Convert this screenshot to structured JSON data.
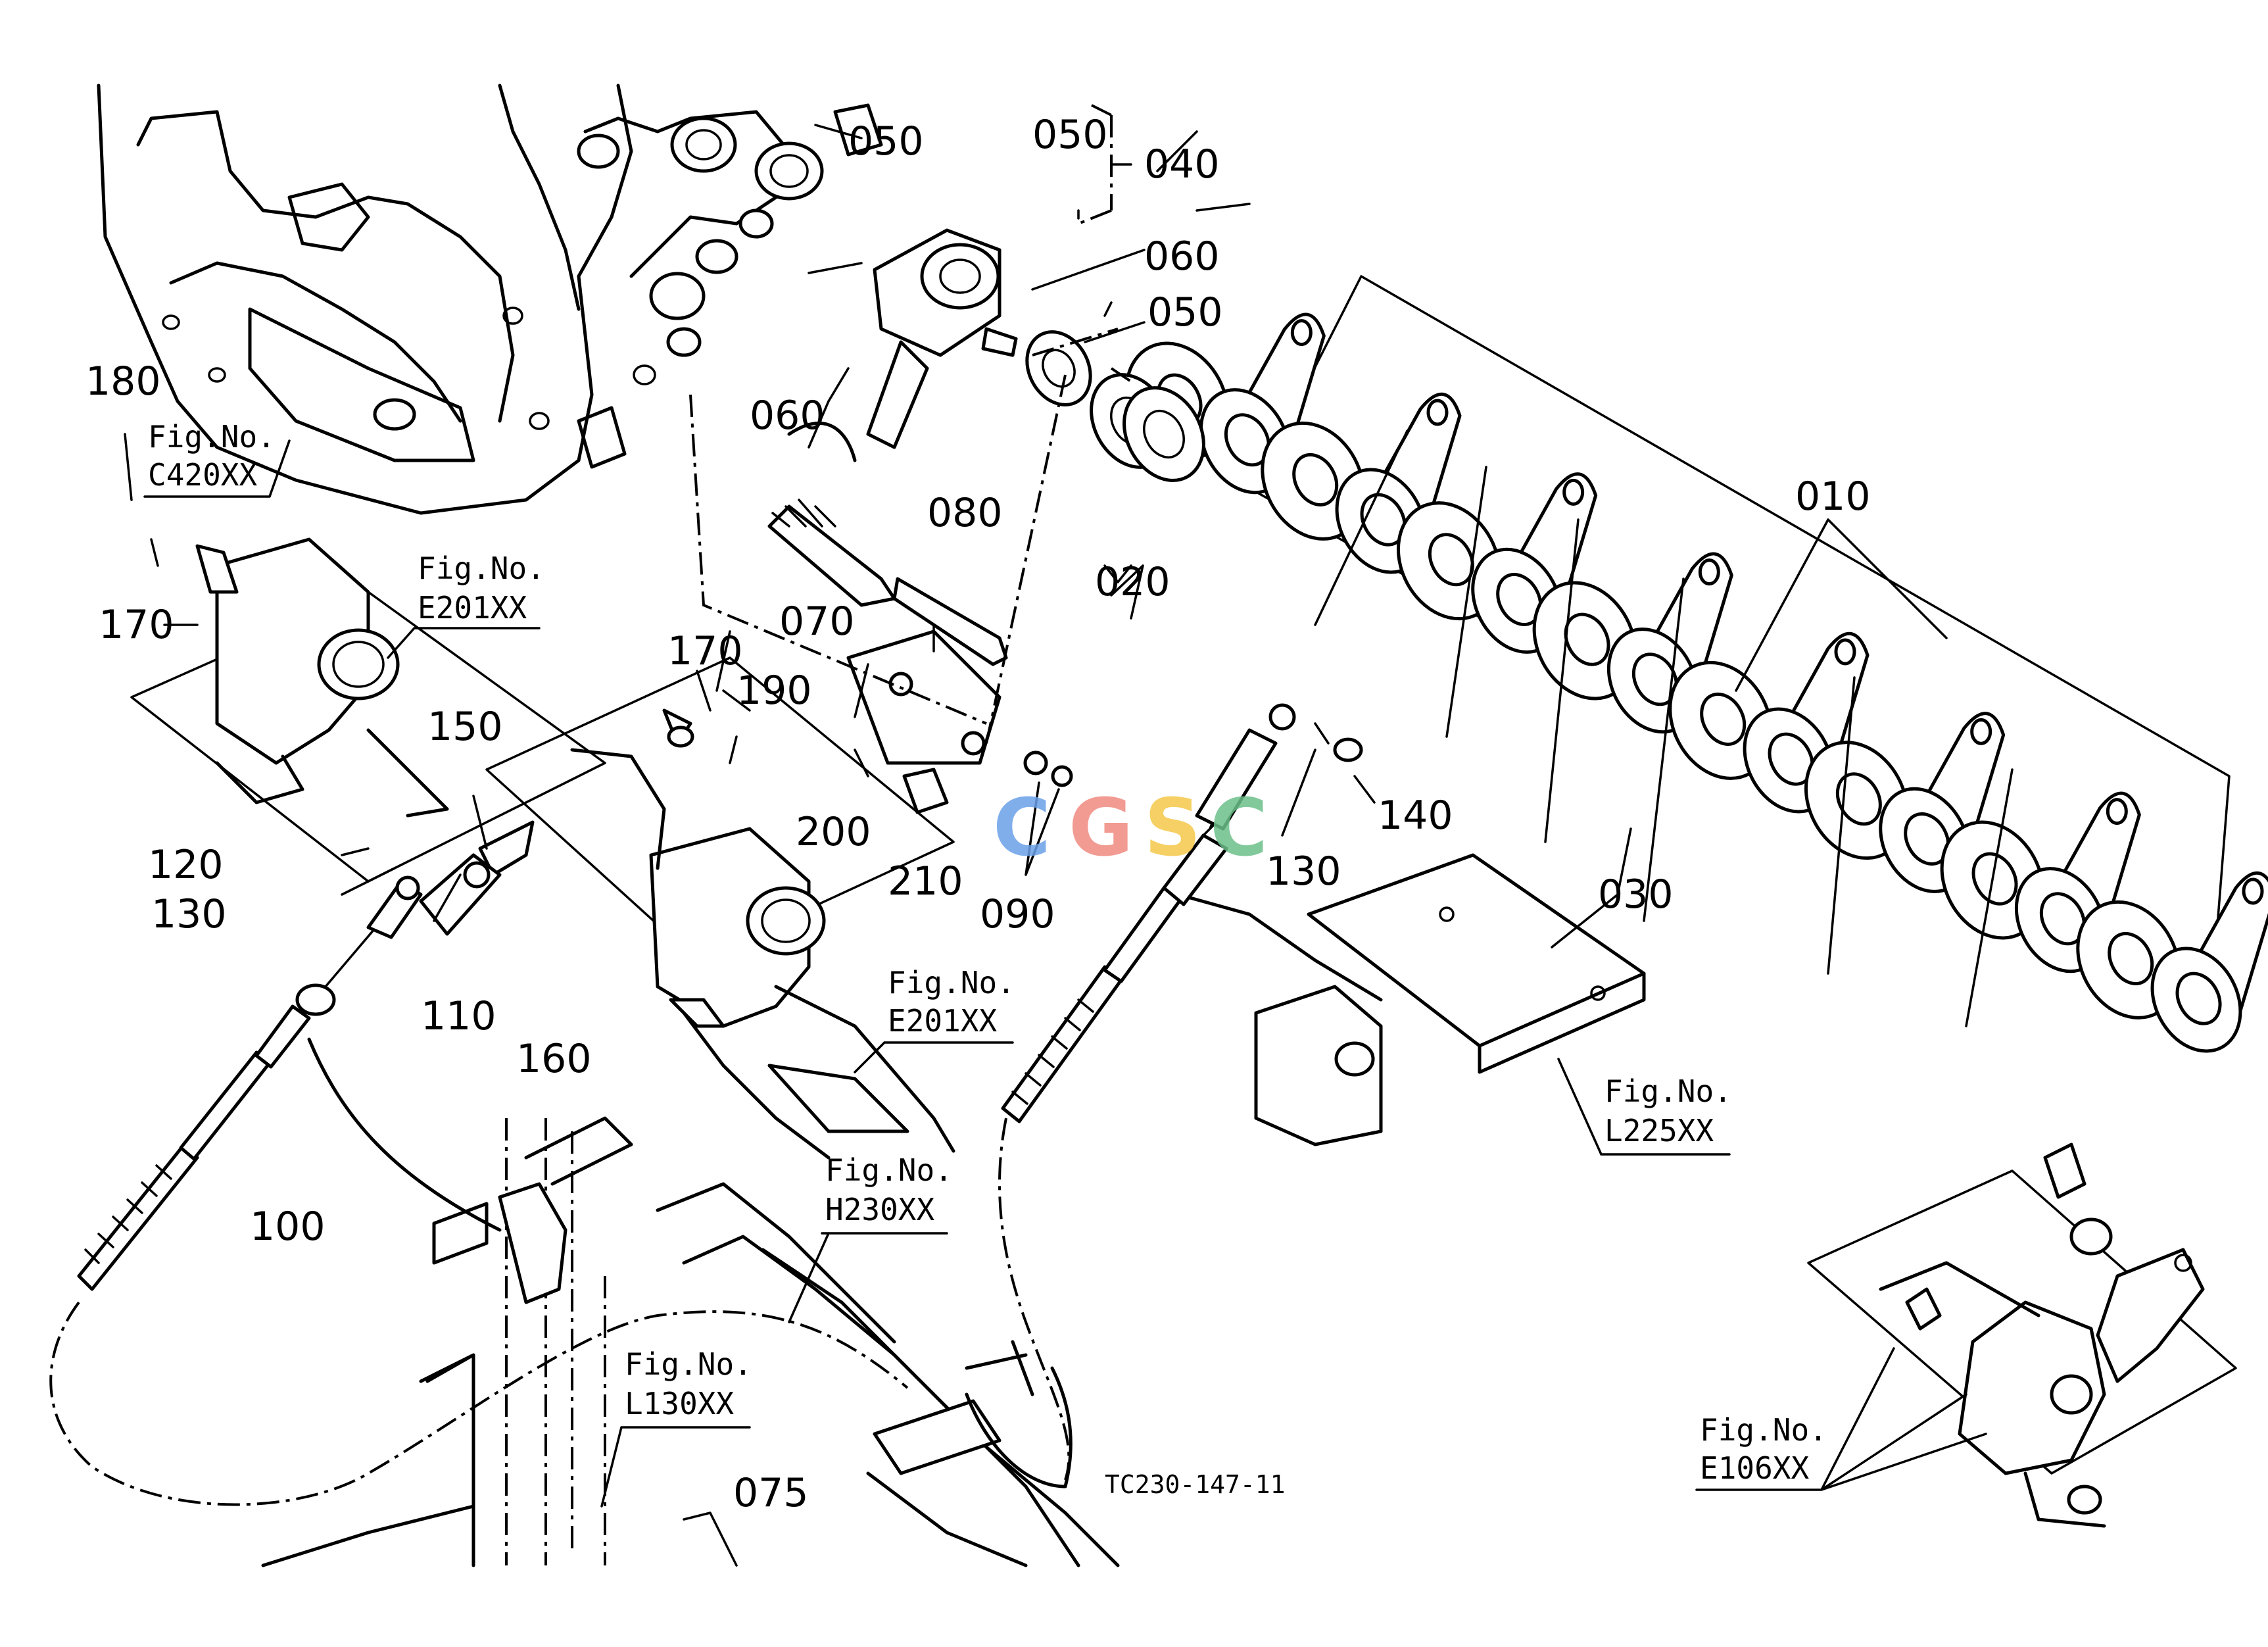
{
  "callouts": {
    "c010": "010",
    "c020": "020",
    "c030": "030",
    "c040": "040",
    "c050_top": "050",
    "c050_cover": "050",
    "c050_right": "050",
    "c060_top": "060",
    "c060_left": "060",
    "c070": "070",
    "c075": "075",
    "c080": "080",
    "c090": "090",
    "c100": "100",
    "c110": "110",
    "c120": "120",
    "c130_left": "130",
    "c130_right": "130",
    "c140": "140",
    "c150": "150",
    "c160": "160",
    "c170_left": "170",
    "c170_mid": "170",
    "c180": "180",
    "c190": "190",
    "c200": "200",
    "c210": "210"
  },
  "figure_refs": {
    "fig_label": "Fig.No.",
    "c420": "C420XX",
    "e201_left": "E201XX",
    "e201_mid": "E201XX",
    "l225": "L225XX",
    "h230": "H230XX",
    "l130": "L130XX",
    "e106": "E106XX"
  },
  "drawing_code": "TC230-147-11",
  "watermark": {
    "letters": [
      "C",
      "G",
      "S",
      "C"
    ],
    "colors": [
      "#6aa0e8",
      "#f08a80",
      "#f5c84a",
      "#6cc08a"
    ]
  }
}
